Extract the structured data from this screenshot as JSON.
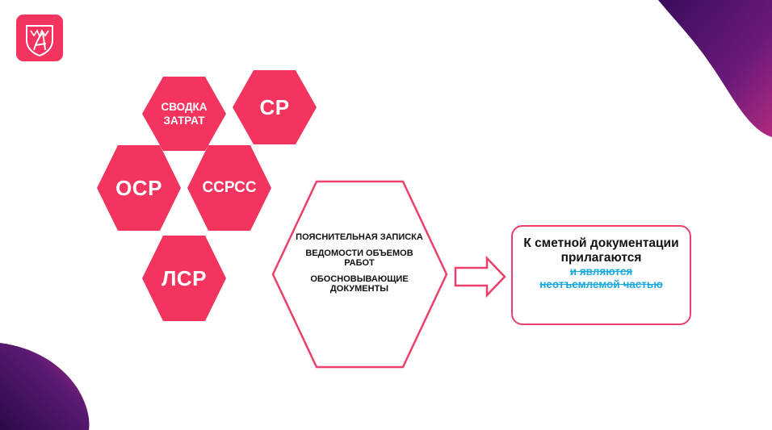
{
  "hexagons": {
    "svodka": "СВОДКА ЗАТРАТ",
    "sr": "СР",
    "osr": "ОСР",
    "ssrss": "ССРСС",
    "lsr": "ЛСР"
  },
  "documents": {
    "item1": "ПОЯСНИТЕЛЬНАЯ ЗАПИСКА",
    "item2": "ВЕДОМОСТИ ОБЪЕМОВ РАБОТ",
    "item3": "ОБОСНОВЫВАЮЩИЕ ДОКУМЕНТЫ"
  },
  "result": {
    "main": "К сметной документации прилагаются",
    "strike_line1": "и являются",
    "strike_line2": "неотъемлемой частью"
  },
  "colors": {
    "accent": "#f2345f",
    "strike": "#1aa9e0",
    "decor": "#5a1a6e"
  },
  "icons": {
    "logo": "university-crest-icon",
    "arrow": "right-arrow-icon"
  }
}
